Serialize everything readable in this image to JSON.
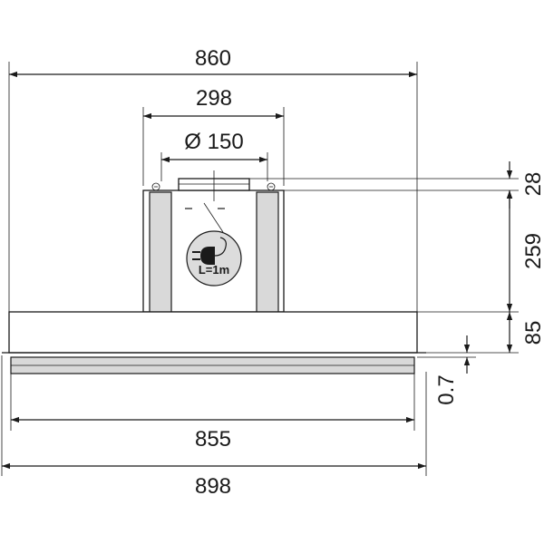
{
  "dimensions": {
    "overall_top_width": "860",
    "chimney_width": "298",
    "duct_diameter": "Ø 150",
    "collar_height": "28",
    "chimney_height": "259",
    "canopy_height": "85",
    "glass_thickness": "0.7",
    "canopy_width": "855",
    "overall_bottom_width": "898"
  },
  "labels": {
    "cable_length": "L=1m"
  },
  "icons": [
    "power-plug-icon"
  ]
}
